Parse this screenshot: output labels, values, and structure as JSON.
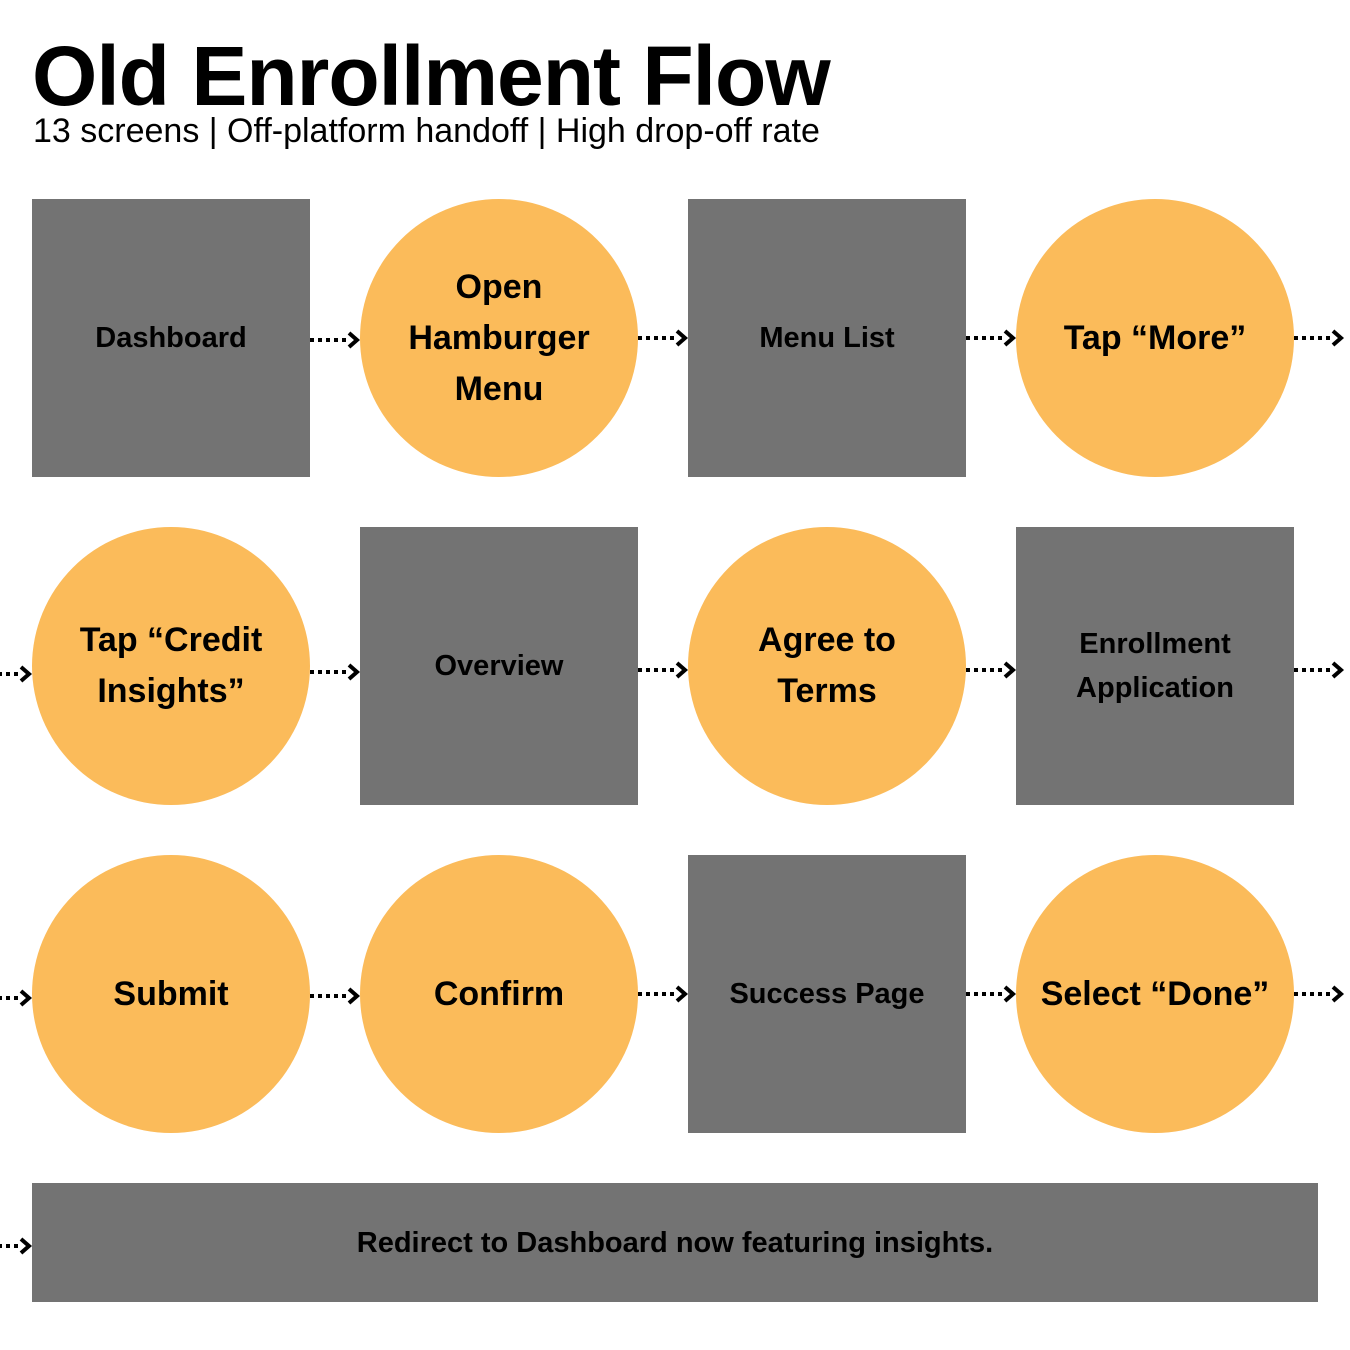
{
  "header": {
    "title": "Old Enrollment Flow",
    "subtitle": "13 screens | Off-platform handoff | High drop-off rate"
  },
  "colors": {
    "screen_fill": "#737373",
    "action_fill": "#fbbb5a",
    "arrow": "#000000"
  },
  "legend_shapes": {
    "screen": "square",
    "action": "circle"
  },
  "steps": [
    {
      "label": "Dashboard",
      "kind": "screen"
    },
    {
      "label": "Open Hamburger Menu",
      "kind": "action"
    },
    {
      "label": "Menu List",
      "kind": "screen"
    },
    {
      "label": "Tap “More”",
      "kind": "action"
    },
    {
      "label": "Tap “Credit Insights”",
      "kind": "action"
    },
    {
      "label": "Overview",
      "kind": "screen"
    },
    {
      "label": "Agree to Terms",
      "kind": "action"
    },
    {
      "label": "Enrollment Application",
      "kind": "screen"
    },
    {
      "label": "Submit",
      "kind": "action"
    },
    {
      "label": "Confirm",
      "kind": "action"
    },
    {
      "label": "Success Page",
      "kind": "screen"
    },
    {
      "label": "Select “Done”",
      "kind": "action"
    },
    {
      "label": "Redirect to Dashboard now featuring insights.",
      "kind": "screen"
    }
  ],
  "arrow_icon": "dotted-arrow-icon"
}
